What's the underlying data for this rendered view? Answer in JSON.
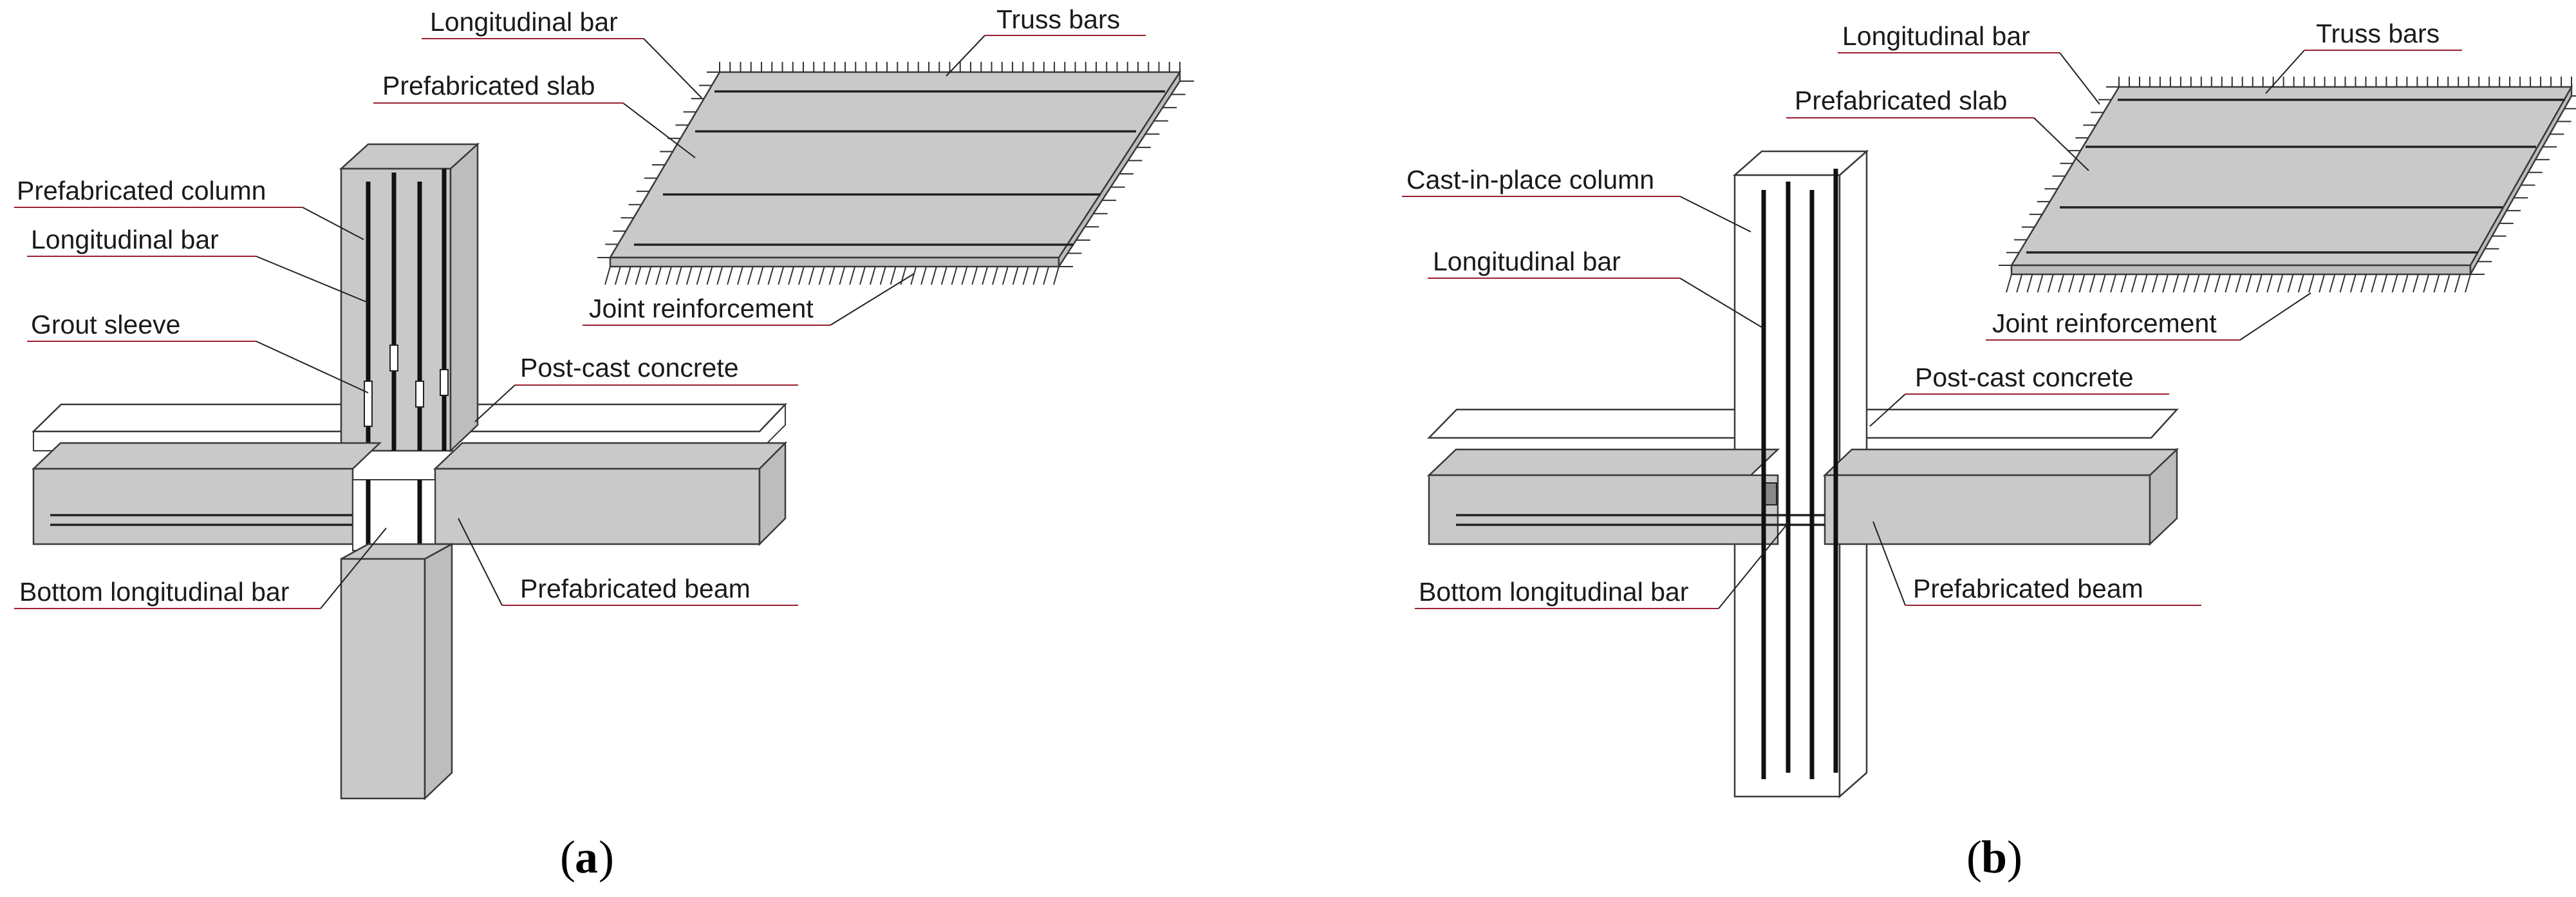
{
  "panel_a": {
    "caption_letter": "a",
    "labels": {
      "longitudinal_bar_top": "Longitudinal bar",
      "truss_bars": "Truss bars",
      "prefabricated_slab": "Prefabricated slab",
      "prefabricated_column": "Prefabricated column",
      "longitudinal_bar": "Longitudinal bar",
      "grout_sleeve": "Grout sleeve",
      "post_cast_concrete": "Post-cast concrete",
      "joint_reinforcement": "Joint reinforcement",
      "bottom_longitudinal_bar": "Bottom longitudinal bar",
      "prefabricated_beam": "Prefabricated beam"
    }
  },
  "panel_b": {
    "caption_letter": "b",
    "labels": {
      "longitudinal_bar_top": "Longitudinal bar",
      "truss_bars": "Truss bars",
      "prefabricated_slab": "Prefabricated slab",
      "cast_in_place_column": "Cast-in-place column",
      "longitudinal_bar": "Longitudinal bar",
      "joint_reinforcement": "Joint reinforcement",
      "post_cast_concrete": "Post-cast concrete",
      "bottom_longitudinal_bar": "Bottom longitudinal bar",
      "prefabricated_beam": "Prefabricated beam"
    }
  },
  "colors": {
    "concrete": "#c9c9c9",
    "rebar": "#111111",
    "leader_underline": "#9a2030"
  }
}
